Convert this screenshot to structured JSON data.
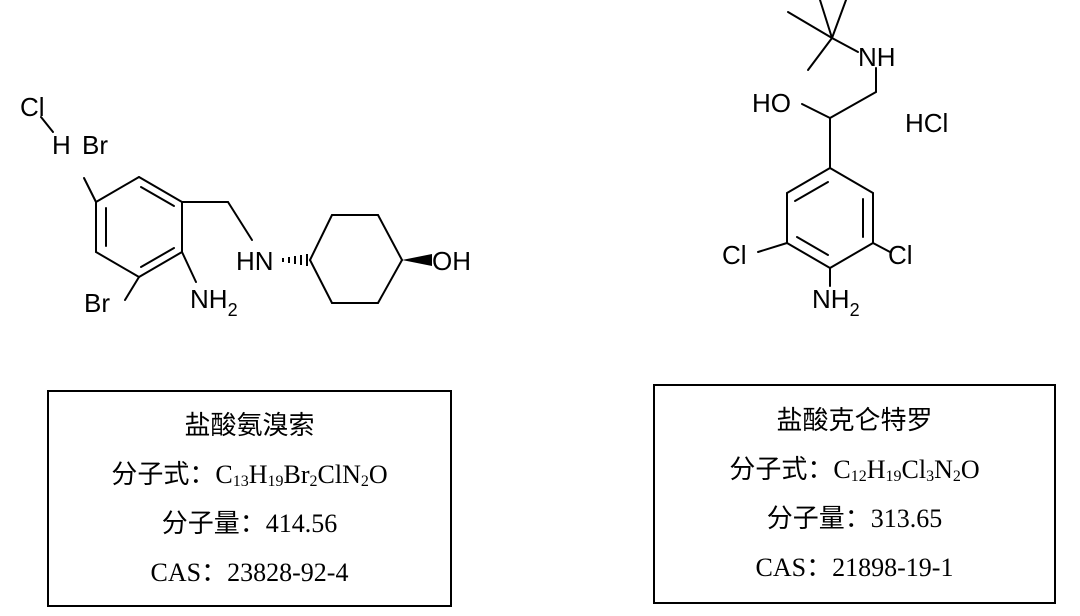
{
  "compounds": [
    {
      "name": "盐酸氨溴索",
      "formula_prefix": "分子式：",
      "formula_parts": [
        {
          "t": "C",
          "s": "13"
        },
        {
          "t": "H",
          "s": "19"
        },
        {
          "t": "Br",
          "s": "2"
        },
        {
          "t": "ClN",
          "s": "2"
        },
        {
          "t": "O",
          "s": ""
        }
      ],
      "mw_label": "分子量：",
      "mw_value": "414.56",
      "cas_label": "CAS：",
      "cas_value": "23828-92-4"
    },
    {
      "name": "盐酸克仑特罗",
      "formula_prefix": "分子式：",
      "formula_parts": [
        {
          "t": "C",
          "s": "12"
        },
        {
          "t": "H",
          "s": "19"
        },
        {
          "t": "Cl",
          "s": "3"
        },
        {
          "t": "N",
          "s": "2"
        },
        {
          "t": "O",
          "s": ""
        }
      ],
      "mw_label": "分子量：",
      "mw_value": "313.65",
      "cas_label": "CAS：",
      "cas_value": "21898-19-1"
    }
  ],
  "structure_labels": {
    "ambroxol": {
      "cl": "Cl",
      "h": "H",
      "br_top": "Br",
      "br_bottom": "Br",
      "nh2_n": "NH",
      "nh2_sub": "2",
      "hn": "HN",
      "oh": "OH"
    },
    "clenbuterol": {
      "nh": "NH",
      "ho": "HO",
      "hcl": "HCl",
      "cl_left": "Cl",
      "cl_right": "Cl",
      "nh2_n": "NH",
      "nh2_sub": "2"
    }
  }
}
